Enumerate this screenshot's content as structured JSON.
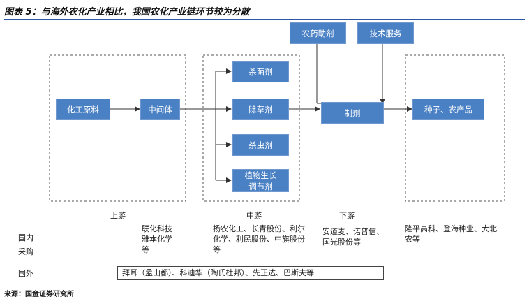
{
  "title": "图表 5：与海外农化产业相比，我国农化产业链环节较为分散",
  "nodes": {
    "chemical_raw": "化工原料",
    "intermediate": "中间体",
    "fungicide": "杀菌剂",
    "herbicide": "除草剂",
    "insecticide": "杀虫剂",
    "plant_growth_regulator": "植物生长调节剂",
    "pesticide_adjuvant": "农药助剂",
    "technical_service": "技术服务",
    "formulation": "制剂",
    "seed_agri_product": "种子、农产品"
  },
  "stages": {
    "upstream": "上游",
    "midstream": "中游",
    "downstream": "下游"
  },
  "rows": {
    "domestic_label_line1": "国内",
    "domestic_label_line2": "采购",
    "foreign_label": "国外"
  },
  "domestic_companies": {
    "upstream": "联化科技\n雅本化学\n等",
    "midstream": "扬农化工、长青股份、利尔化学、利民股份、中旗股份等",
    "downstream": "安道麦、诺普信、国光股份等",
    "end": "隆平高科、登海种业、大北农等"
  },
  "foreign_companies": "拜耳（孟山都）、科迪华（陶氏杜邦）、先正达、巴斯夫等",
  "source": "来源：国金证券研究所",
  "colors": {
    "box_fill": "#4a80c4",
    "rule_line": "#2a56a3",
    "dashed_border": "#555555"
  }
}
